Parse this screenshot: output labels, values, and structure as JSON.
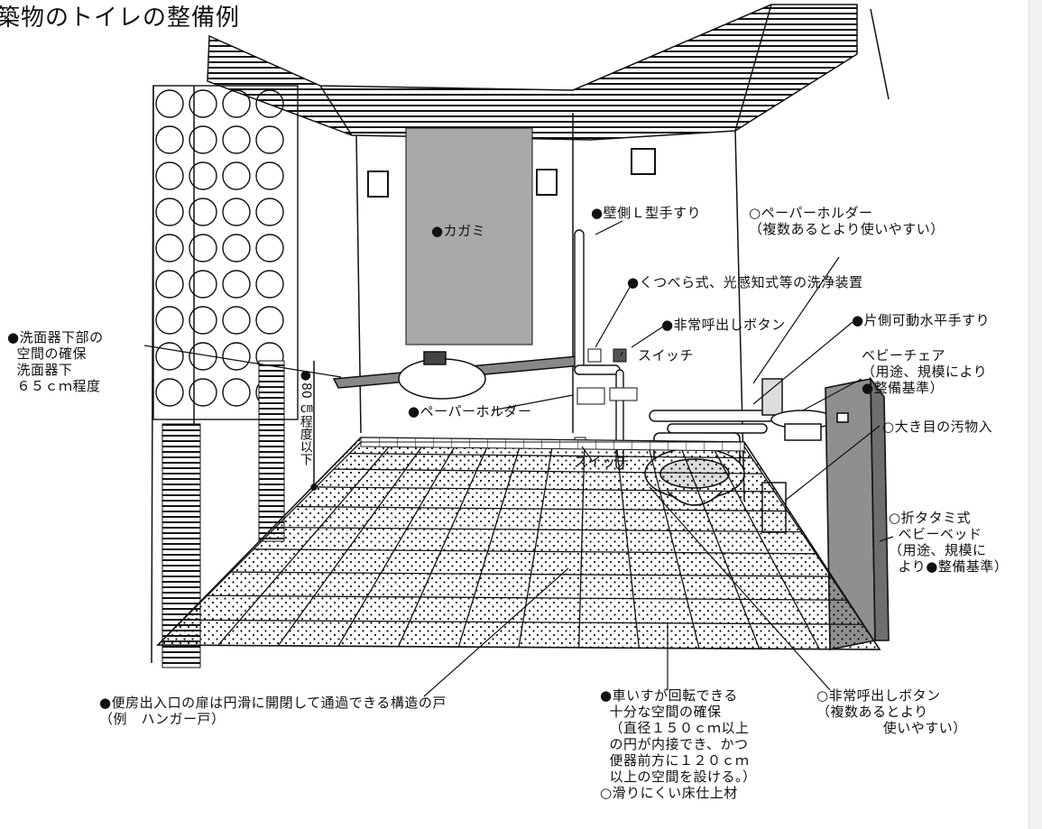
{
  "title": "築物のトイレの整備例",
  "labels": {
    "mirror": "●カガミ",
    "wall_l_rail": "●壁側Ｌ型手すり",
    "paper_holder_top": "○ペーパーホルダー\n（複数あるとより使いやすい）",
    "flush_device": "●くつべら式、光感知式等の洗浄装置",
    "emergency_button_top": "●非常呼出しボタン",
    "movable_rail": "●片側可動水平手すり",
    "switch_top": "スイッチ",
    "baby_chair": "ベビーチェア\n（用途、規模により\n●整備基準）",
    "large_bin": "○大き目の汚物入",
    "sink_space": "●洗面器下部の\n  空間の確保\n  洗面器下\n  ６５ｃｍ程度",
    "height_80": "●80 ㎝程度以下",
    "paper_holder_mid": "●ペーパーホルダー",
    "switch_bottom": "スイッチ",
    "fold_bed": "○折タタミ式\n  ベビーベッド\n（用途、規模に\n  より●整備基準）",
    "door": "●便房出入口の扉は円滑に開閉して通過できる構造の戸\n（例　ハンガー戸）",
    "turn_space": "●車いすが回転できる\n  十分な空間の確保\n  （直径１５０ｃｍ以上\n  の円が内接でき、かつ\n  便器前方に１２０ｃｍ\n  以上の空間を設ける。）\n○滑りにくい床仕上材",
    "emergency_button_bottom": "○非常呼出しボタン\n（複数あるとより\n              使いやすい）"
  },
  "colors": {
    "ink": "#111111",
    "mirror": "#a9a9a9",
    "door_panel": "#8f8f8f",
    "floor": "#ffffff"
  }
}
